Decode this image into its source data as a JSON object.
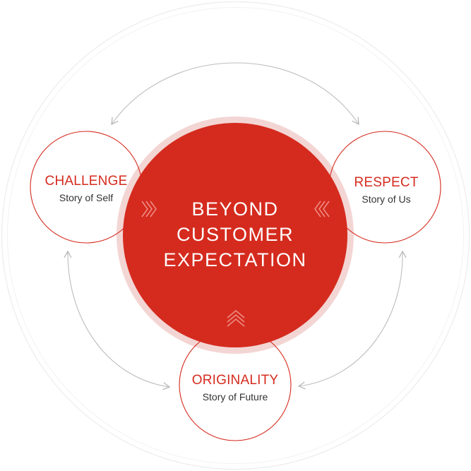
{
  "center": {
    "line1": "BEYOND",
    "line2": "CUSTOMER",
    "line3": "EXPECTATION"
  },
  "values": {
    "challenge": {
      "title": "CHALLENGE",
      "subtitle": "Story of Self"
    },
    "respect": {
      "title": "RESPECT",
      "subtitle": "Story of Us"
    },
    "originality": {
      "title": "ORIGINALITY",
      "subtitle": "Story of Future"
    }
  },
  "colors": {
    "accent": "#d52b1e",
    "halo": "#f3d6d4",
    "outline": "#e9e9e9",
    "arrow": "#bdbdbd",
    "text": "#333333"
  },
  "icons": {
    "cycle": "curved-double-arrow-icon",
    "pointer": "triple-chevron-icon"
  }
}
